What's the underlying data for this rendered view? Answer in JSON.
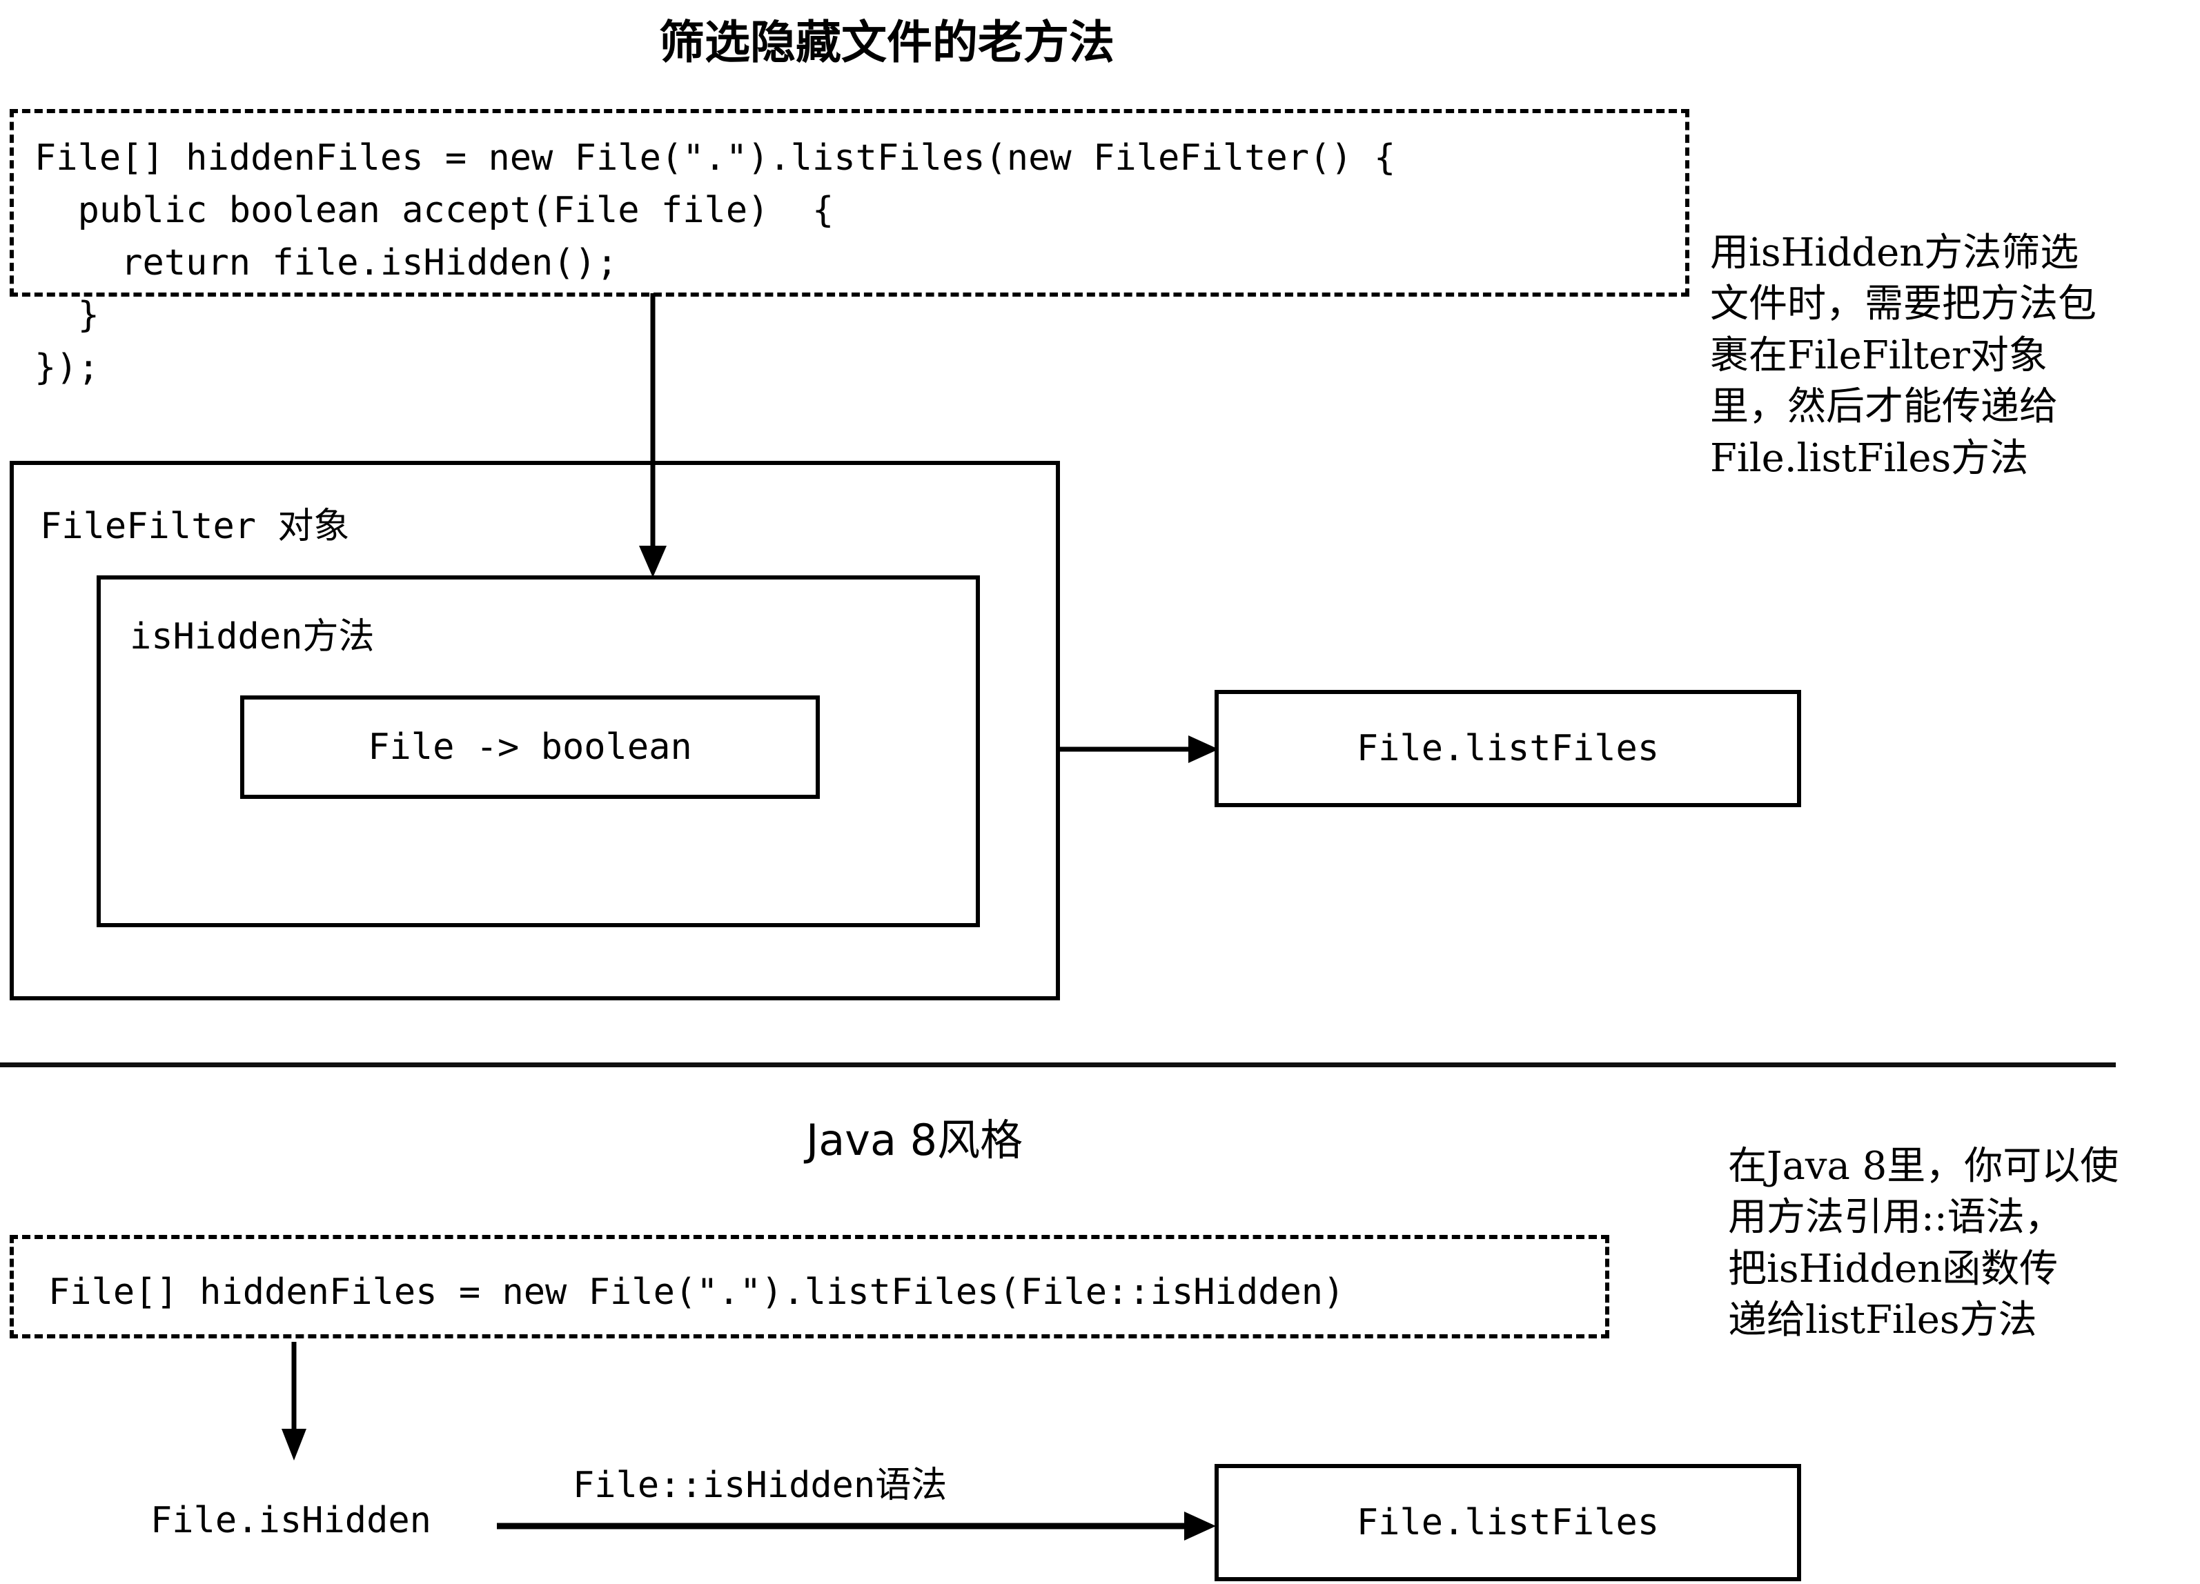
{
  "document": {
    "kind": "concept-diagram",
    "language": "zh-CN"
  },
  "old_way": {
    "title": "筛选隐藏文件的老方法",
    "code": "File[] hiddenFiles = new File(\".\").listFiles(new FileFilter() {\n  public boolean accept(File file)  {\n    return file.isHidden();\n  }\n});",
    "annotation": "用isHidden方法筛选\n文件时，需要把方法包\n裹在FileFilter对象\n里，然后才能传递给\nFile.listFiles方法",
    "outer_box_label": "FileFilter 对象",
    "method_box_label": "isHidden方法",
    "signature_box_label": "File -> boolean",
    "target_box_label": "File.listFiles"
  },
  "java8_way": {
    "title": "Java 8风格",
    "code": "File[] hiddenFiles = new File(\".\").listFiles(File::isHidden)",
    "annotation": "在Java 8里，你可以使\n用方法引用::语法，\n把isHidden函数传\n递给listFiles方法",
    "source_label": "File.isHidden",
    "arrow_label": "File::isHidden语法",
    "target_box_label": "File.listFiles"
  },
  "colors": {
    "ink": "#000000",
    "background": "#ffffff",
    "divider": "#111111"
  }
}
